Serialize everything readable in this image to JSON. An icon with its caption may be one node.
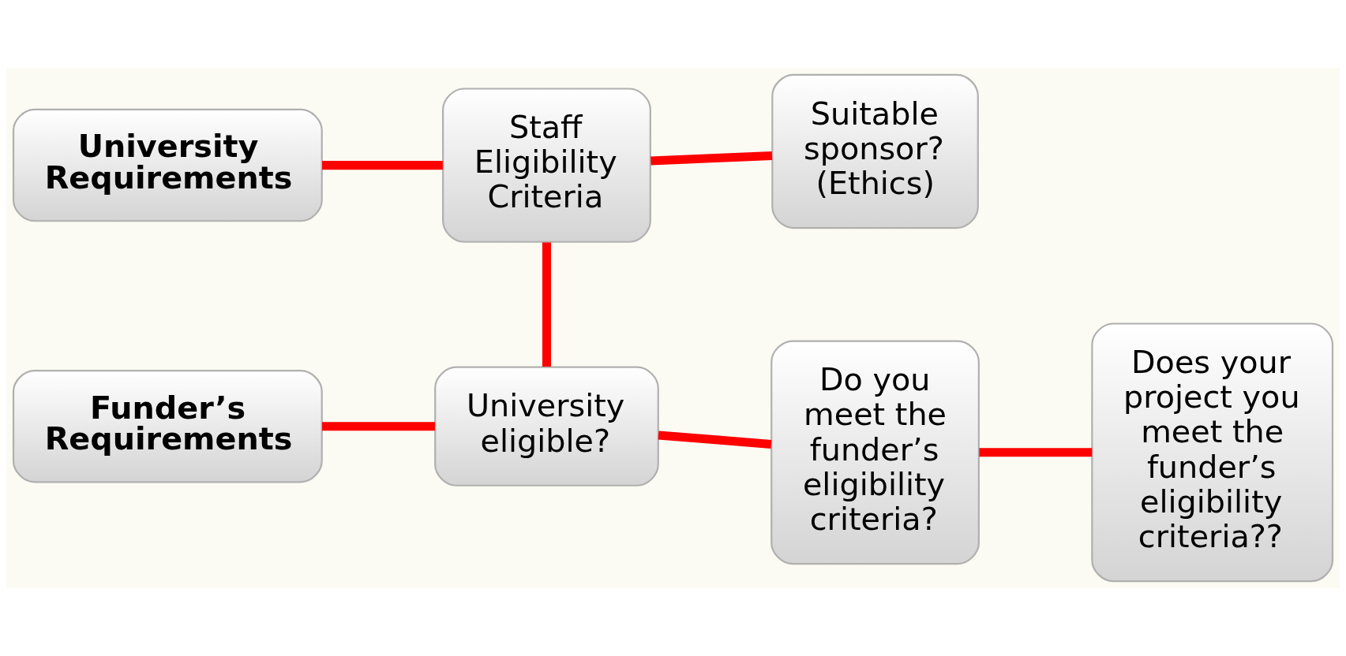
{
  "diagram": {
    "nodes": [
      {
        "text": [
          "University Requirements"
        ]
      },
      {
        "text": [
          "Staff Eligibility Criteria"
        ]
      },
      {
        "text": [
          "Suitable sponsor? (Ethics)"
        ]
      },
      {
        "text": [
          "Funder’s Requirements"
        ]
      },
      {
        "text": [
          "University eligible?"
        ]
      },
      {
        "text": [
          "Do you meet the funder’s eligibility criteria?"
        ]
      },
      {
        "text": [
          "Does your project you meet the funder’s eligibility criteria??"
        ]
      }
    ],
    "edges": [
      {
        "from": 0,
        "to": 1,
        "arrow": "none"
      },
      {
        "from": 1,
        "to": 2,
        "arrow": "none"
      },
      {
        "from": 1,
        "to": 4,
        "arrow": "none"
      },
      {
        "from": 3,
        "to": 4,
        "arrow": "none"
      },
      {
        "from": 4,
        "to": 5,
        "arrow": "none"
      },
      {
        "from": 5,
        "to": 6,
        "arrow": "none"
      }
    ]
  }
}
